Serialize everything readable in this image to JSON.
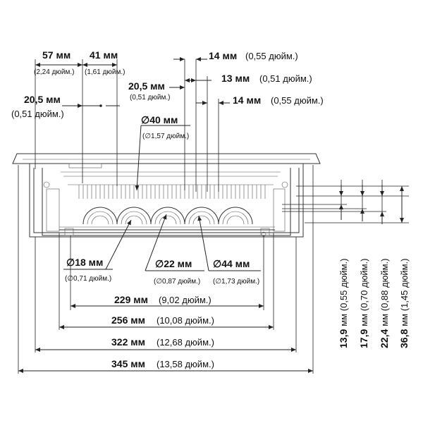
{
  "dimensions": {
    "top": {
      "d57": {
        "value": "57 мм",
        "inch": "(2,24 дюйм.)"
      },
      "d41": {
        "value": "41 мм",
        "inch": "(1,61 дюйм.)"
      },
      "d20_5_left": {
        "value": "20,5 мм",
        "inch": "(0,51 дюйм.)"
      },
      "d20_5_mid": {
        "value": "20,5 мм",
        "inch": "(0,51 дюйм.)"
      },
      "d14_a": {
        "value": "14 мм",
        "inch": "(0,55 дюйм.)"
      },
      "d13": {
        "value": "13 мм",
        "inch": "(0,51 дюйм.)"
      },
      "d14_b": {
        "value": "14 мм",
        "inch": "(0,55 дюйм.)"
      },
      "dia40": {
        "value": "∅40 мм",
        "inch": "(∅1,57 дюйм.)"
      }
    },
    "holes": {
      "dia18": {
        "value": "∅18 мм",
        "inch": "(∅0,71 дюйм.)"
      },
      "dia22": {
        "value": "∅22 мм",
        "inch": "(∅0,87 дюйм.)"
      },
      "dia44": {
        "value": "∅44 мм",
        "inch": "(∅1,73 дюйм.)"
      }
    },
    "widths": {
      "w229": {
        "value": "229 мм",
        "inch": "(9,02 дюйм.)"
      },
      "w256": {
        "value": "256 мм",
        "inch": "(10,08 дюйм.)"
      },
      "w322": {
        "value": "322 мм",
        "inch": "(12,68 дюйм.)"
      },
      "w345": {
        "value": "345 мм",
        "inch": "(13,58 дюйм.)"
      }
    },
    "heights": {
      "h13_9": {
        "value": "13,9",
        "unit": "мм (0,55 дюйм.)"
      },
      "h17_9": {
        "value": "17,9",
        "unit": "мм (0,70 дюйм.)"
      },
      "h22_4": {
        "value": "22,4",
        "unit": "мм (0,88 дюйм.)"
      },
      "h36_8": {
        "value": "36,8",
        "unit": "мм (1,45 дюйм.)"
      }
    }
  }
}
